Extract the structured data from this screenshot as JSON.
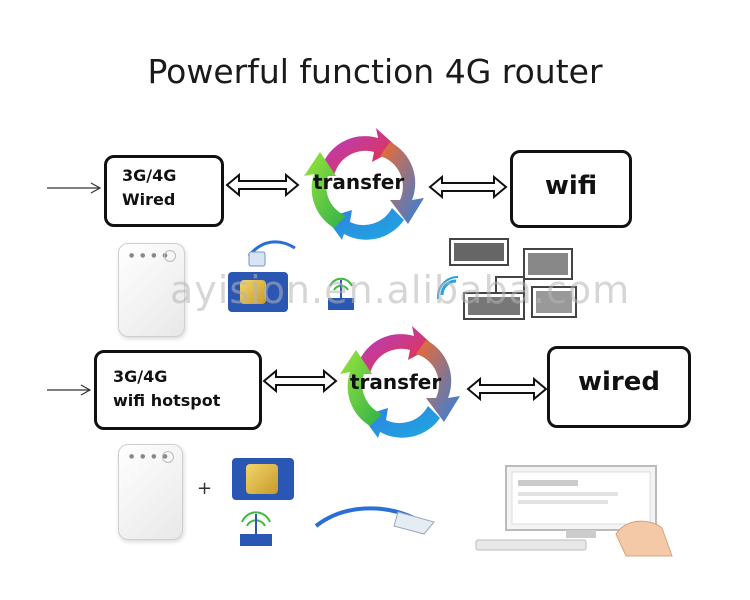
{
  "title": "Powerful function 4G router",
  "row1": {
    "source_line1": "3G/4G",
    "source_line2": "Wired",
    "center_label": "transfer",
    "target_label": "wifi"
  },
  "row2": {
    "source_line1": "3G/4G",
    "source_line2": "wifi  hotspot",
    "center_label": "transfer",
    "target_label": "wired"
  },
  "plus_sign": "+",
  "watermark": "ayision.en.alibaba.com",
  "colors": {
    "border": "#111111",
    "sim_blue": "#2a57b3",
    "sim_chip": "#e0b848",
    "cycle_red": "#e8342c",
    "cycle_blue": "#2f7fe0",
    "cycle_green": "#3dbb3d",
    "cycle_purple": "#b23ed6"
  }
}
